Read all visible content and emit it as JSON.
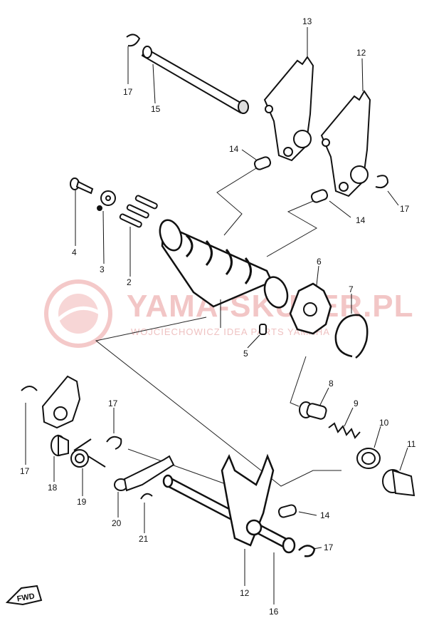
{
  "watermark": {
    "title": "YAMA-SKUTER.PL",
    "subtitle": "WOJCIECHOWICZ IDEA PARTS YAMAHA"
  },
  "fwd_label": "FWD",
  "callouts": [
    {
      "id": "c17a",
      "text": "17"
    },
    {
      "id": "c15",
      "text": "15"
    },
    {
      "id": "c13",
      "text": "13"
    },
    {
      "id": "c12a",
      "text": "12"
    },
    {
      "id": "c14a",
      "text": "14"
    },
    {
      "id": "c17b",
      "text": "17"
    },
    {
      "id": "c14b",
      "text": "14"
    },
    {
      "id": "c4",
      "text": "4"
    },
    {
      "id": "c3",
      "text": "3"
    },
    {
      "id": "c2",
      "text": "2"
    },
    {
      "id": "c6",
      "text": "6"
    },
    {
      "id": "c7",
      "text": "7"
    },
    {
      "id": "c5",
      "text": "5"
    },
    {
      "id": "c8",
      "text": "8"
    },
    {
      "id": "c9",
      "text": "9"
    },
    {
      "id": "c10",
      "text": "10"
    },
    {
      "id": "c11",
      "text": "11"
    },
    {
      "id": "c17c",
      "text": "17"
    },
    {
      "id": "c17d",
      "text": "17"
    },
    {
      "id": "c18",
      "text": "18"
    },
    {
      "id": "c19",
      "text": "19"
    },
    {
      "id": "c20",
      "text": "20"
    },
    {
      "id": "c21",
      "text": "21"
    },
    {
      "id": "c14c",
      "text": "14"
    },
    {
      "id": "c17e",
      "text": "17"
    },
    {
      "id": "c12b",
      "text": "12"
    },
    {
      "id": "c16",
      "text": "16"
    }
  ]
}
